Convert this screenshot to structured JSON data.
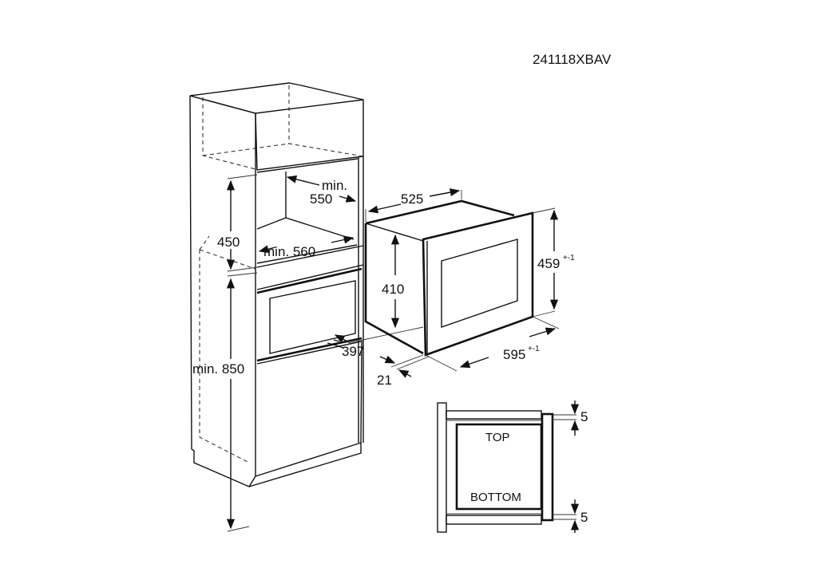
{
  "drawing_code": "241118XBAV",
  "cabinet": {
    "niche_depth": {
      "prefix": "min.",
      "value": "550"
    },
    "niche_width": "min. 560",
    "niche_height": "450",
    "floor_height": "min. 850"
  },
  "appliance": {
    "depth": "525",
    "body_height": "410",
    "front_height": "459",
    "front_height_tolerance": "+-1",
    "front_width": "595",
    "front_width_tolerance": "+-1",
    "door_offset": "397",
    "front_thickness": "21"
  },
  "side_detail": {
    "top_label": "TOP",
    "bottom_label": "BOTTOM",
    "top_gap": "5",
    "bottom_gap": "5"
  }
}
